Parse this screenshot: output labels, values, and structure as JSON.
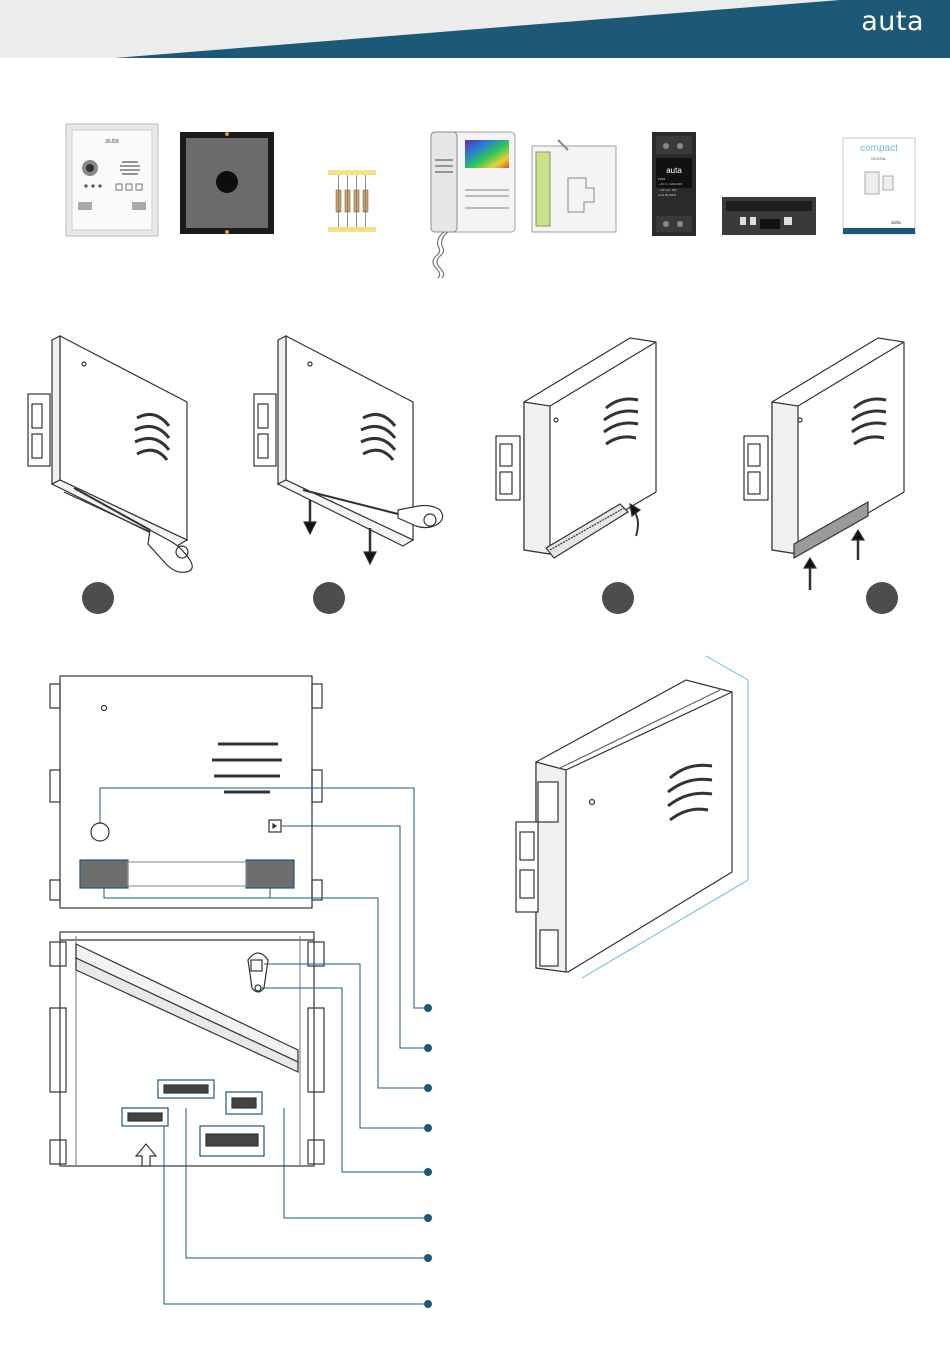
{
  "brand": {
    "logo_text": "auta",
    "header_color": "#1e5877"
  },
  "products": {
    "panel_brand": "auta",
    "psu_brand": "auta",
    "psu_lines": [
      "FD63",
      "~ AC in: 120-230V",
      "~ DC out: 18V",
      "0.1A  60-80Hz"
    ],
    "manual_title": "compact",
    "manual_subtitle": "DIGITAL",
    "manual_brand": "auta"
  },
  "steps": [
    {
      "id": 1,
      "label": ""
    },
    {
      "id": 2,
      "label": ""
    },
    {
      "id": 3,
      "label": ""
    },
    {
      "id": 4,
      "label": ""
    }
  ],
  "callouts": [
    {
      "id": 1,
      "label": ""
    },
    {
      "id": 2,
      "label": ""
    },
    {
      "id": 3,
      "label": ""
    },
    {
      "id": 4,
      "label": ""
    },
    {
      "id": 5,
      "label": ""
    },
    {
      "id": 6,
      "label": ""
    },
    {
      "id": 7,
      "label": ""
    },
    {
      "id": 8,
      "label": ""
    }
  ],
  "colors": {
    "callout_line": "#1e5877",
    "step_circle": "#4d4d4d",
    "dimension_line": "#6fb8d8"
  }
}
